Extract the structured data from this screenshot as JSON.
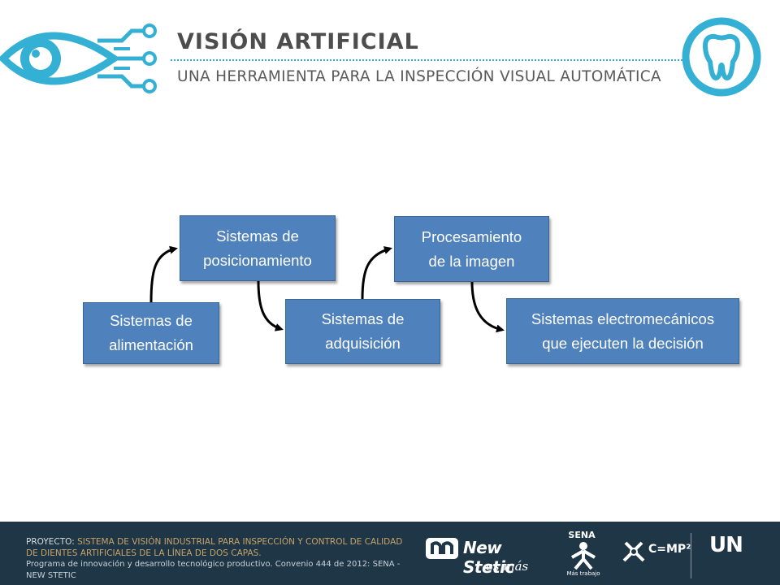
{
  "header": {
    "title": "VISIÓN ARTIFICIAL",
    "subtitle": "UNA HERRAMIENTA PARA LA INSPECCIÓN VISUAL AUTOMÁTICA"
  },
  "diagram": {
    "nodes": [
      {
        "id": "alimentacion",
        "line1": "Sistemas de",
        "line2": "alimentación"
      },
      {
        "id": "posicionamiento",
        "line1": "Sistemas de",
        "line2": "posicionamiento"
      },
      {
        "id": "adquisicion",
        "line1": "Sistemas de",
        "line2": "adquisición"
      },
      {
        "id": "procesamiento",
        "line1": "Procesamiento",
        "line2": "de la imagen"
      },
      {
        "id": "electromecanicos",
        "line1": "Sistemas electromecánicos",
        "line2": "que ejecuten la decisión"
      }
    ],
    "edges": [
      {
        "from": "alimentacion",
        "to": "posicionamiento"
      },
      {
        "from": "posicionamiento",
        "to": "adquisicion"
      },
      {
        "from": "adquisicion",
        "to": "procesamiento"
      },
      {
        "from": "procesamiento",
        "to": "electromecanicos"
      }
    ],
    "node_color": "#4f81bd",
    "arrow_color": "#000000"
  },
  "footer": {
    "label": "PROYECTO:",
    "project_line1": "SISTEMA DE VISIÓN INDUSTRIAL PARA INSPECCIÓN Y CONTROL DE CALIDAD",
    "project_line2": "DE DIENTES ARTIFICIALES DE LA LÍNEA DE DOS CAPAS.",
    "program": "Programa de innovación y desarrollo tecnológico productivo. Convenio 444 de 2012: SENA - NEW STETIC",
    "logos": {
      "newstetic": "New Stetic",
      "newstetic_tagline": "es más",
      "sena": "SENA",
      "sena_tagline": "Más trabajo",
      "cmp": "C=MP²",
      "un": "UN"
    },
    "background_color": "#1f3646"
  },
  "colors": {
    "accent": "#35b0d5",
    "title_text": "#4d4d4d"
  }
}
